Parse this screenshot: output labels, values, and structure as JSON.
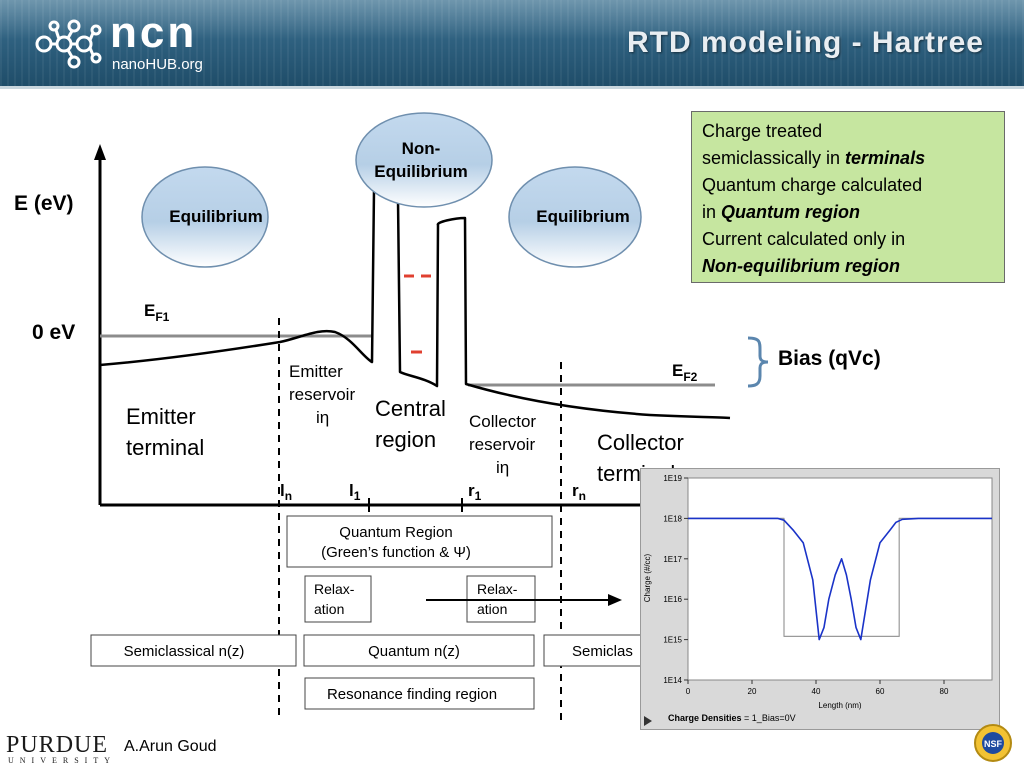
{
  "header": {
    "logo_word": "ncn",
    "logo_sub": "nanoHUB.org",
    "title": "RTD modeling - Hartree"
  },
  "notes": {
    "line1": "Charge treated",
    "line2_prefix": "semiclassically in ",
    "line2_em": "terminals",
    "line3": "Quantum charge calculated",
    "line4_prefix": "in ",
    "line4_em": "Quantum region",
    "line5": "Current calculated only in",
    "line6_em": "Non-equilibrium region"
  },
  "diagram": {
    "y_axis_label": "E (eV)",
    "zero_label": "0 eV",
    "ef1_main": "E",
    "ef1_sub": "F1",
    "ef2_main": "E",
    "ef2_sub": "F2",
    "bias_label": "Bias (qVc)",
    "bubble_left": "Equilibrium",
    "bubble_center_l1": "Non-",
    "bubble_center_l2": "Equilibrium",
    "bubble_right": "Equilibrium",
    "emitter_terminal_l1": "Emitter",
    "emitter_terminal_l2": "terminal",
    "emitter_reservoir_l1": "Emitter",
    "emitter_reservoir_l2": "reservoir",
    "emitter_reservoir_l3": "iη",
    "central_l1": "Central",
    "central_l2": "region",
    "collector_reservoir_l1": "Collector",
    "collector_reservoir_l2": "reservoir",
    "collector_reservoir_l3": "iη",
    "collector_terminal_l1": "Collector",
    "collector_terminal_l2": "terminal",
    "marker_ln_main": "l",
    "marker_ln_sub": "n",
    "marker_l1_main": "l",
    "marker_l1_sub": "1",
    "marker_r1_main": "r",
    "marker_r1_sub": "1",
    "marker_rn_main": "r",
    "marker_rn_sub": "n",
    "quantum_region_l1": "Quantum Region",
    "quantum_region_l2": "(Green’s function & Ψ)",
    "relax_left_l1": "Relax-",
    "relax_left_l2": "ation",
    "relax_right_l1": "Relax-",
    "relax_right_l2": "ation",
    "semiclassical_left": "Semiclassical n(z)",
    "quantum_nz": "Quantum n(z)",
    "semiclassical_right": "Semiclas",
    "resonance": "Resonance finding region"
  },
  "chart": {
    "ylabel": "Charge (#/cc)",
    "xlabel": "Length (nm)",
    "yticks": [
      "1E19",
      "1E18",
      "1E17",
      "1E16",
      "1E15",
      "1E14"
    ],
    "xticks": [
      "0",
      "20",
      "40",
      "60",
      "80"
    ],
    "caption_bold": "Charge Densities",
    "caption_rest": "= 1_Bias=0V"
  },
  "chart_data": {
    "type": "line",
    "xlabel": "Length (nm)",
    "ylabel": "Charge (#/cc)",
    "xlim": [
      0,
      95
    ],
    "ylim_log10": [
      14,
      19
    ],
    "yscale": "log",
    "series": [
      {
        "x": [
          0,
          10,
          20,
          28,
          30,
          33,
          36,
          39,
          41,
          42.5,
          44,
          46,
          48,
          49.5,
          51,
          52.5,
          54,
          57,
          60,
          63,
          65,
          67,
          72,
          80,
          90,
          95
        ],
        "y": [
          1e+18,
          1e+18,
          1e+18,
          1e+18,
          9e+17,
          5e+17,
          2.5e+17,
          3e+16,
          1000000000000000.0,
          2000000000000000.0,
          1e+16,
          4e+16,
          1e+17,
          4e+16,
          1e+16,
          2000000000000000.0,
          1000000000000000.0,
          3e+16,
          2.5e+17,
          5e+17,
          8e+17,
          9.5e+17,
          1e+18,
          1e+18,
          1e+18,
          1e+18
        ]
      },
      {
        "x": [
          0,
          30,
          30,
          66,
          66,
          95
        ],
        "y": [
          1e+18,
          1e+18,
          1200000000000000.0,
          1200000000000000.0,
          1e+18,
          1e+18
        ]
      }
    ]
  },
  "footer": {
    "purdue": "PURDUE",
    "purdue_sub": "UNIVERSITY",
    "author": "A.Arun Goud"
  },
  "colors": {
    "notes_bg": "#c6e6a0",
    "charge_curve": "#1a33c8",
    "doping_curve": "#9a9a9a",
    "bias_brace": "#5b86ae",
    "minus_marks": "#e04030"
  }
}
